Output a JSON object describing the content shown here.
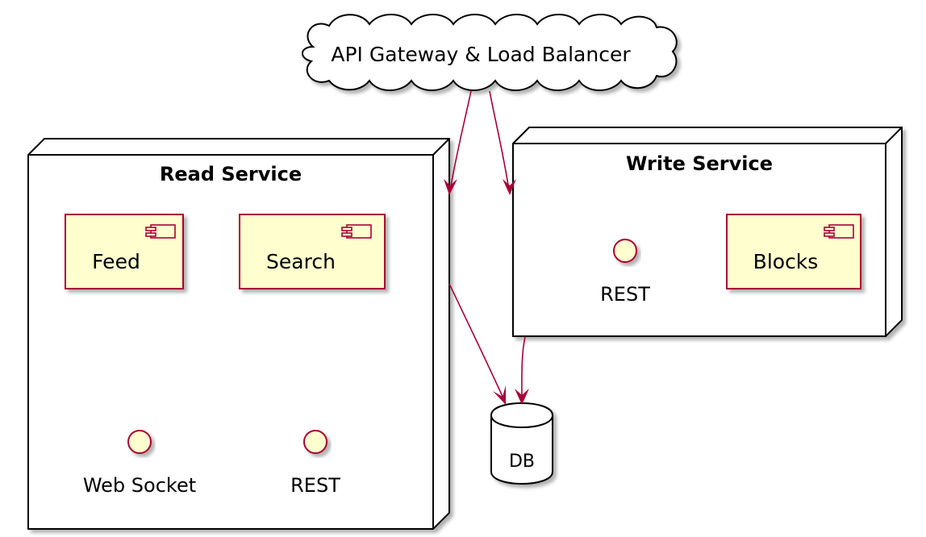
{
  "colors": {
    "component_fill": "#FEFECE",
    "component_border": "#A80036",
    "arrow": "#A80036",
    "node_border": "#000000",
    "node_fill": "#FFFFFF",
    "shadow": "#C8C8C8"
  },
  "gateway": {
    "label": "API Gateway & Load Balancer",
    "shape": "cloud"
  },
  "read_service": {
    "title": "Read Service",
    "components": [
      {
        "label": "Feed",
        "icon": "component-icon"
      },
      {
        "label": "Search",
        "icon": "component-icon"
      }
    ],
    "interfaces": [
      {
        "label": "Web Socket"
      },
      {
        "label": "REST"
      }
    ]
  },
  "write_service": {
    "title": "Write Service",
    "components": [
      {
        "label": "Blocks",
        "icon": "component-icon"
      }
    ],
    "interfaces": [
      {
        "label": "REST"
      }
    ]
  },
  "database": {
    "label": "DB",
    "shape": "cylinder"
  },
  "edges": [
    {
      "from": "API Gateway & Load Balancer",
      "to": "Read Service"
    },
    {
      "from": "API Gateway & Load Balancer",
      "to": "Write Service"
    },
    {
      "from": "Read Service",
      "to": "DB"
    },
    {
      "from": "Write Service",
      "to": "DB"
    }
  ]
}
